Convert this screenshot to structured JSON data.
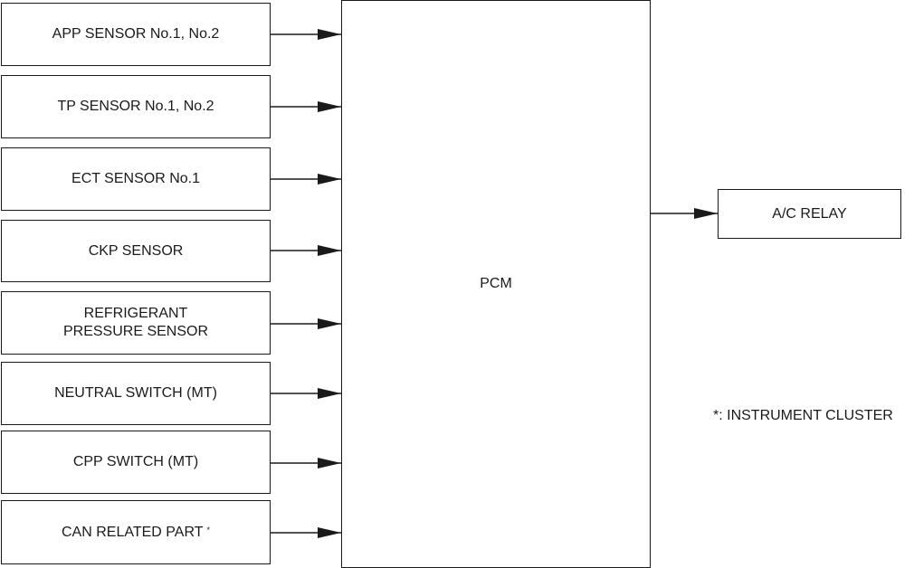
{
  "inputs": [
    {
      "label": "APP SENSOR No.1, No.2"
    },
    {
      "label": "TP SENSOR No.1, No.2"
    },
    {
      "label": "ECT SENSOR No.1"
    },
    {
      "label": "CKP SENSOR"
    },
    {
      "label": "REFRIGERANT\nPRESSURE SENSOR"
    },
    {
      "label": "NEUTRAL SWITCH (MT)"
    },
    {
      "label": "CPP SWITCH (MT)"
    },
    {
      "label": "CAN RELATED PART",
      "marker": "*"
    }
  ],
  "controller": {
    "label": "PCM"
  },
  "output": {
    "label": "A/C RELAY"
  },
  "note": "*: INSTRUMENT CLUSTER"
}
